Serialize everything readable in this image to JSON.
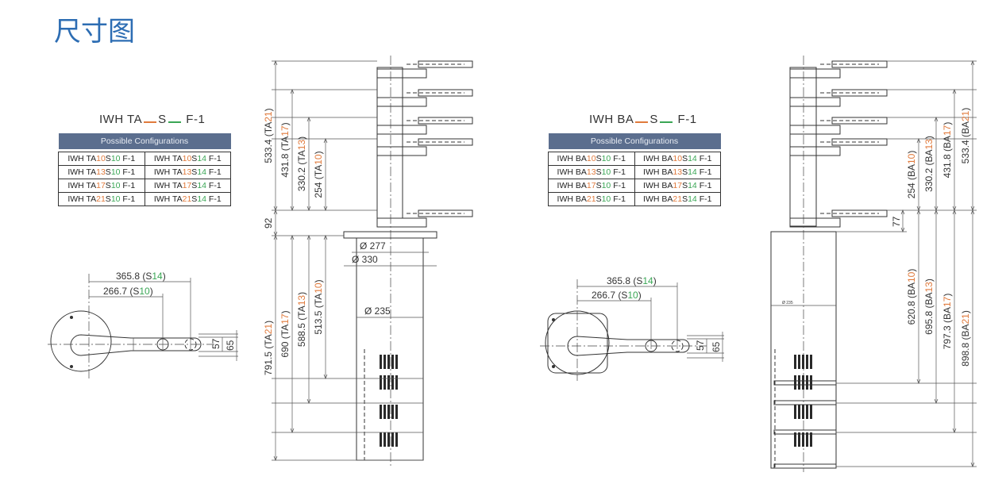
{
  "page_title": "尺寸图",
  "colors": {
    "title": "#2d6db3",
    "ta_size": "#e07a3c",
    "stroke": "#3aa655",
    "table_header": "#5b6e8e"
  },
  "left": {
    "model": {
      "pre": "IWH TA",
      "mid": "S",
      "post": "F-1"
    },
    "table": {
      "header": "Possible Configurations",
      "rows": [
        [
          {
            "a": "IWH TA",
            "b": "10",
            "c": "S",
            "d": "10",
            "e": " F-1"
          },
          {
            "a": "IWH TA",
            "b": "10",
            "c": "S",
            "d": "14",
            "e": " F-1"
          }
        ],
        [
          {
            "a": "IWH TA",
            "b": "13",
            "c": "S",
            "d": "10",
            "e": " F-1"
          },
          {
            "a": "IWH TA",
            "b": "13",
            "c": "S",
            "d": "14",
            "e": " F-1"
          }
        ],
        [
          {
            "a": "IWH TA",
            "b": "17",
            "c": "S",
            "d": "10",
            "e": " F-1"
          },
          {
            "a": "IWH TA",
            "b": "17",
            "c": "S",
            "d": "14",
            "e": " F-1"
          }
        ],
        [
          {
            "a": "IWH TA",
            "b": "21",
            "c": "S",
            "d": "10",
            "e": " F-1"
          },
          {
            "a": "IWH TA",
            "b": "21",
            "c": "S",
            "d": "14",
            "e": " F-1"
          }
        ]
      ]
    },
    "top_view": {
      "reach_s14": {
        "pre": "365.8 (S",
        "hl": "14",
        "post": ")"
      },
      "reach_s10": {
        "pre": "266.7 (S",
        "hl": "10",
        "post": ")"
      },
      "w57": "57",
      "w65": "65"
    },
    "side_view": {
      "upper": [
        {
          "pre": "533.4 (TA",
          "hl": "21",
          "post": ")"
        },
        {
          "pre": "431.8 (TA",
          "hl": "17",
          "post": ")"
        },
        {
          "pre": "330.2 (TA",
          "hl": "13",
          "post": ")"
        },
        {
          "pre": "254 (TA",
          "hl": "10",
          "post": ")"
        }
      ],
      "offset": "92",
      "lower": [
        {
          "pre": "791.5 (TA",
          "hl": "21",
          "post": ")"
        },
        {
          "pre": "690 (TA",
          "hl": "17",
          "post": ")"
        },
        {
          "pre": "588.5 (TA",
          "hl": "13",
          "post": ")"
        },
        {
          "pre": "513.5 (TA",
          "hl": "10",
          "post": ")"
        }
      ],
      "d277": "Ø 277",
      "d330": "Ø 330",
      "d235": "Ø 235"
    }
  },
  "right": {
    "model": {
      "pre": "IWH BA",
      "mid": "S",
      "post": "F-1"
    },
    "table": {
      "header": "Possible Configurations",
      "rows": [
        [
          {
            "a": "IWH BA",
            "b": "10",
            "c": "S",
            "d": "10",
            "e": " F-1"
          },
          {
            "a": "IWH BA",
            "b": "10",
            "c": "S",
            "d": "14",
            "e": " F-1"
          }
        ],
        [
          {
            "a": "IWH BA",
            "b": "13",
            "c": "S",
            "d": "10",
            "e": " F-1"
          },
          {
            "a": "IWH BA",
            "b": "13",
            "c": "S",
            "d": "14",
            "e": " F-1"
          }
        ],
        [
          {
            "a": "IWH BA",
            "b": "17",
            "c": "S",
            "d": "10",
            "e": " F-1"
          },
          {
            "a": "IWH BA",
            "b": "17",
            "c": "S",
            "d": "14",
            "e": " F-1"
          }
        ],
        [
          {
            "a": "IWH BA",
            "b": "21",
            "c": "S",
            "d": "10",
            "e": " F-1"
          },
          {
            "a": "IWH BA",
            "b": "21",
            "c": "S",
            "d": "14",
            "e": " F-1"
          }
        ]
      ]
    },
    "top_view": {
      "reach_s14": {
        "pre": "365.8 (S",
        "hl": "14",
        "post": ")"
      },
      "reach_s10": {
        "pre": "266.7 (S",
        "hl": "10",
        "post": ")"
      },
      "w57": "57",
      "w65": "65"
    },
    "side_view": {
      "upper": [
        {
          "pre": "254 (BA",
          "hl": "10",
          "post": ")"
        },
        {
          "pre": "330.2 (BA",
          "hl": "13",
          "post": ")"
        },
        {
          "pre": "431.8 (BA",
          "hl": "17",
          "post": ")"
        },
        {
          "pre": "533.4 (BA",
          "hl": "21",
          "post": ")"
        }
      ],
      "offset": "77",
      "lower": [
        {
          "pre": "620.8 (BA",
          "hl": "10",
          "post": ")"
        },
        {
          "pre": "695.8 (BA",
          "hl": "13",
          "post": ")"
        },
        {
          "pre": "797.3 (BA",
          "hl": "17",
          "post": ")"
        },
        {
          "pre": "898.8 (BA",
          "hl": "21",
          "post": ")"
        }
      ],
      "d235": "Ø 235"
    }
  }
}
